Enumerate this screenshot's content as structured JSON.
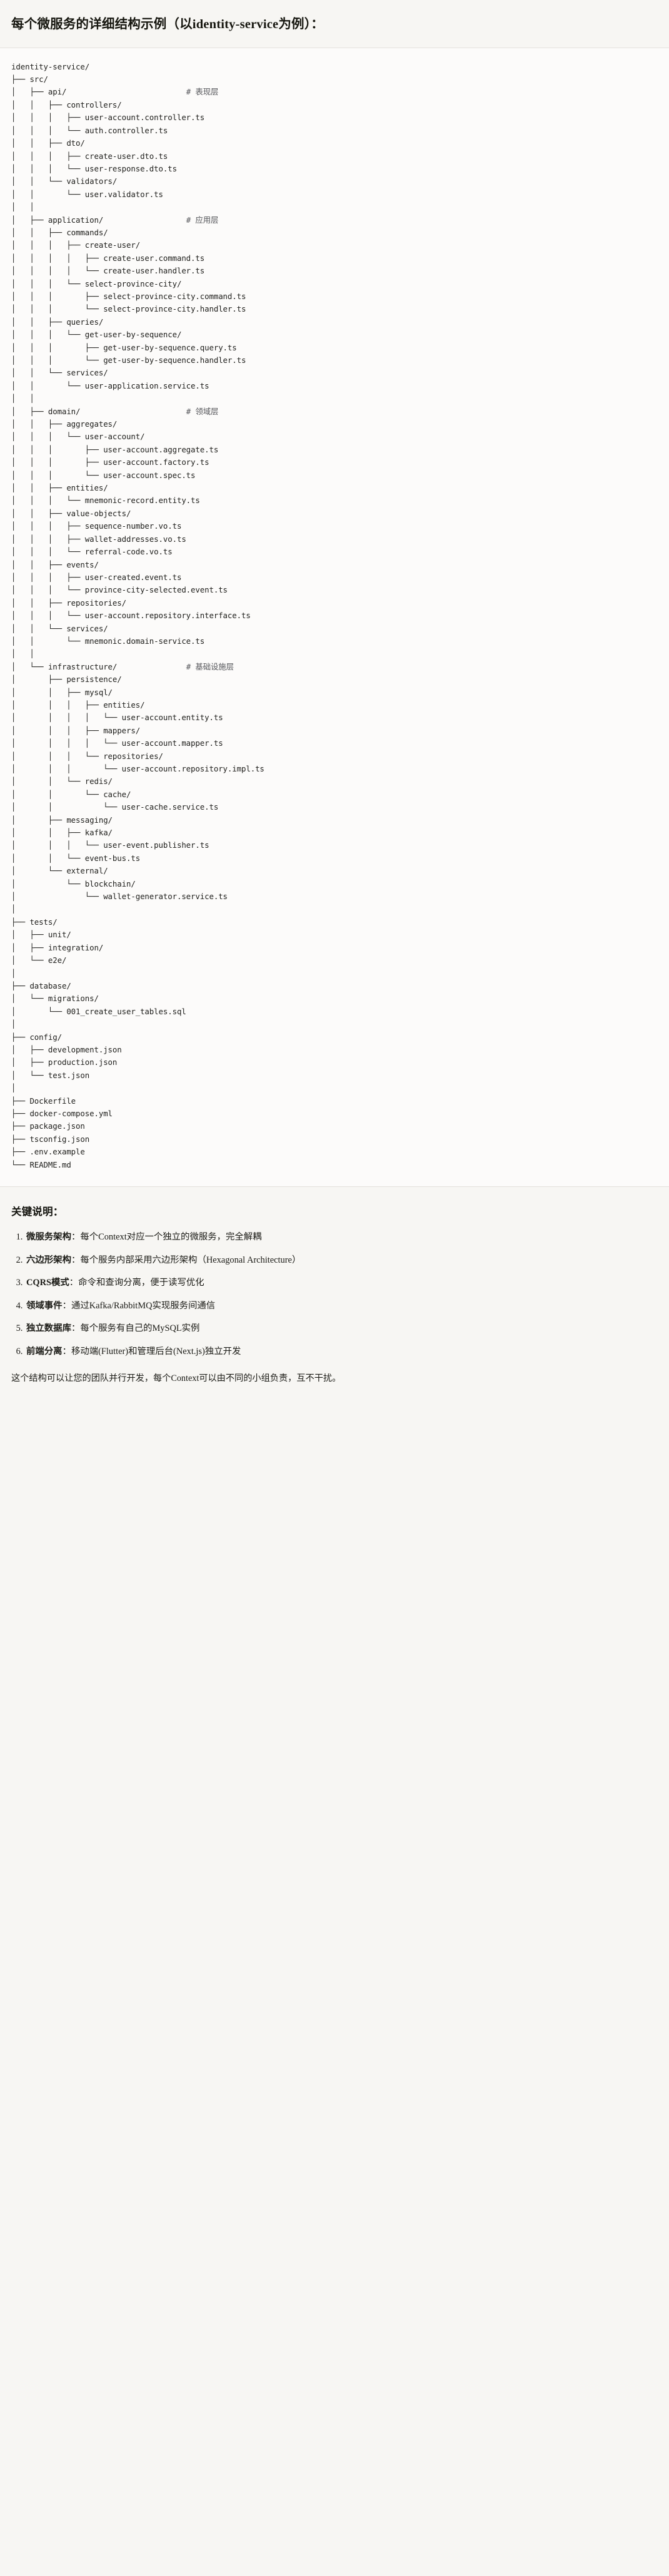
{
  "header": {
    "title": "每个微服务的详细结构示例（以identity-service为例）："
  },
  "tree": {
    "root_label": "identity-service/",
    "comment_marker": "#",
    "comments": {
      "api": "# 表现层",
      "application": "# 应用层",
      "domain": "# 领域层",
      "infrastructure": "# 基础设施层"
    },
    "text": "identity-service/\n├── src/\n│   ├── api/                          # 表现层\n│   │   ├── controllers/\n│   │   │   ├── user-account.controller.ts\n│   │   │   └── auth.controller.ts\n│   │   ├── dto/\n│   │   │   ├── create-user.dto.ts\n│   │   │   └── user-response.dto.ts\n│   │   └── validators/\n│   │       └── user.validator.ts\n│   │\n│   ├── application/                  # 应用层\n│   │   ├── commands/\n│   │   │   ├── create-user/\n│   │   │   │   ├── create-user.command.ts\n│   │   │   │   └── create-user.handler.ts\n│   │   │   └── select-province-city/\n│   │   │       ├── select-province-city.command.ts\n│   │   │       └── select-province-city.handler.ts\n│   │   ├── queries/\n│   │   │   └── get-user-by-sequence/\n│   │   │       ├── get-user-by-sequence.query.ts\n│   │   │       └── get-user-by-sequence.handler.ts\n│   │   └── services/\n│   │       └── user-application.service.ts\n│   │\n│   ├── domain/                       # 领域层\n│   │   ├── aggregates/\n│   │   │   └── user-account/\n│   │   │       ├── user-account.aggregate.ts\n│   │   │       ├── user-account.factory.ts\n│   │   │       └── user-account.spec.ts\n│   │   ├── entities/\n│   │   │   └── mnemonic-record.entity.ts\n│   │   ├── value-objects/\n│   │   │   ├── sequence-number.vo.ts\n│   │   │   ├── wallet-addresses.vo.ts\n│   │   │   └── referral-code.vo.ts\n│   │   ├── events/\n│   │   │   ├── user-created.event.ts\n│   │   │   └── province-city-selected.event.ts\n│   │   ├── repositories/\n│   │   │   └── user-account.repository.interface.ts\n│   │   └── services/\n│   │       └── mnemonic.domain-service.ts\n│   │\n│   └── infrastructure/               # 基础设施层\n│       ├── persistence/\n│       │   ├── mysql/\n│       │   │   ├── entities/\n│       │   │   │   └── user-account.entity.ts\n│       │   │   ├── mappers/\n│       │   │   │   └── user-account.mapper.ts\n│       │   │   └── repositories/\n│       │   │       └── user-account.repository.impl.ts\n│       │   └── redis/\n│       │       └── cache/\n│       │           └── user-cache.service.ts\n│       ├── messaging/\n│       │   ├── kafka/\n│       │   │   └── user-event.publisher.ts\n│       │   └── event-bus.ts\n│       └── external/\n│           └── blockchain/\n│               └── wallet-generator.service.ts\n│\n├── tests/\n│   ├── unit/\n│   ├── integration/\n│   └── e2e/\n│\n├── database/\n│   └── migrations/\n│       └── 001_create_user_tables.sql\n│\n├── config/\n│   ├── development.json\n│   ├── production.json\n│   └── test.json\n│\n├── Dockerfile\n├── docker-compose.yml\n├── package.json\n├── tsconfig.json\n├── .env.example\n└── README.md"
  },
  "notes": {
    "title": "关键说明：",
    "items": [
      {
        "lead": "微服务架构",
        "body": "：每个Context对应一个独立的微服务，完全解耦"
      },
      {
        "lead": "六边形架构",
        "body": "：每个服务内部采用六边形架构（Hexagonal Architecture）"
      },
      {
        "lead": "CQRS模式",
        "body": "：命令和查询分离，便于读写优化"
      },
      {
        "lead": "领域事件",
        "body": "：通过Kafka/RabbitMQ实现服务间通信"
      },
      {
        "lead": "独立数据库",
        "body": "：每个服务有自己的MySQL实例"
      },
      {
        "lead": "前端分离",
        "body": "：移动端(Flutter)和管理后台(Next.js)独立开发"
      }
    ],
    "closing": "这个结构可以让您的团队并行开发，每个Context可以由不同的小组负责，互不干扰。"
  },
  "colors": {
    "page_bg": "#fbfaf9",
    "header_bg": "#f7f6f3",
    "code_bg": "#fcfbfa",
    "notes_bg": "#f7f6f3",
    "text": "#1a1a18",
    "comment": "#55565a",
    "divider": "#e3e1dd"
  }
}
